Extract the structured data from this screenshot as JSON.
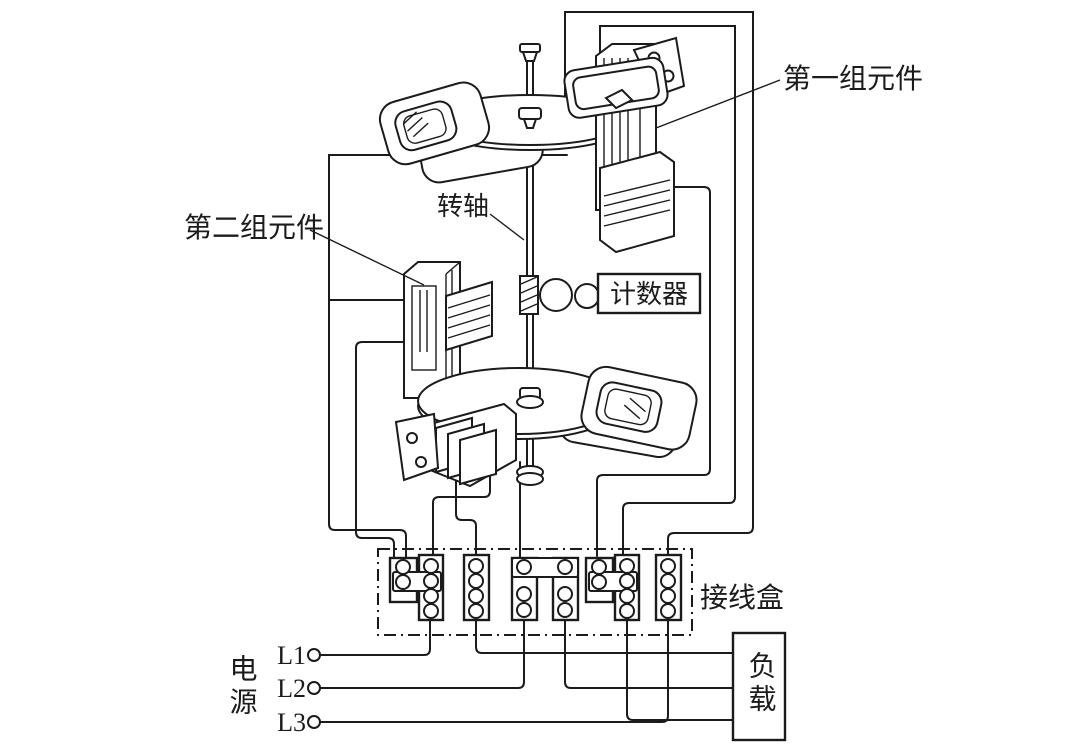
{
  "diagram": {
    "type": "two-element three-phase watt-hour meter structure and wiring diagram",
    "colors": {
      "background": "#ffffff",
      "line": "#1b1b1b"
    },
    "labels": {
      "element_group_1": "第一组元件",
      "element_group_2": "第二组元件",
      "shaft": "转轴",
      "counter": "计数器",
      "terminal_box": "接线盒",
      "power_source": "电源",
      "load": "负载",
      "phase_l1": "L1",
      "phase_l2": "L2",
      "phase_l3": "L3"
    }
  }
}
